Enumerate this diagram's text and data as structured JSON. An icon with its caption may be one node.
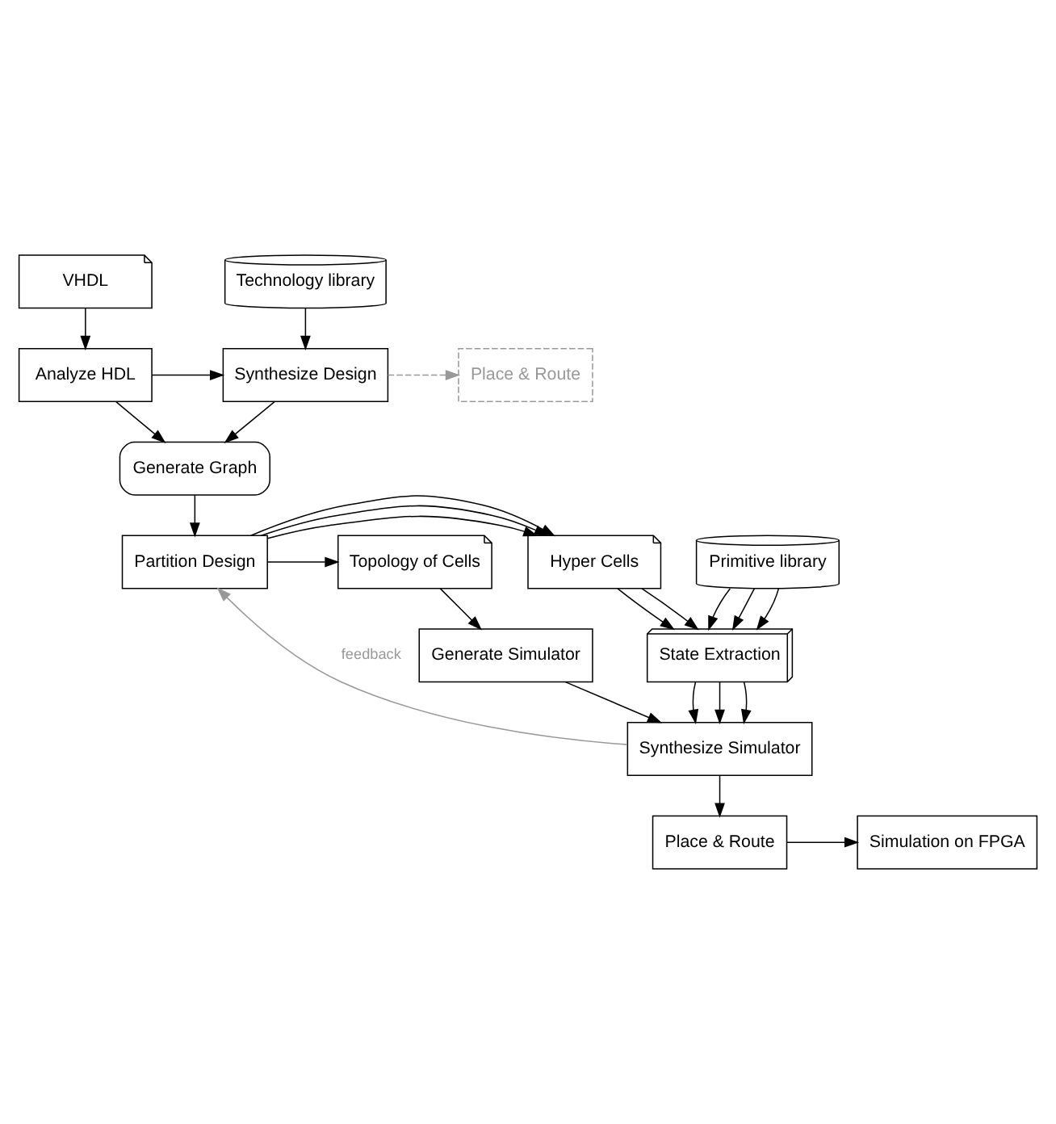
{
  "diagram": {
    "nodes": [
      {
        "text": [
          "VHDL"
        ]
      },
      {
        "text": [
          "Technology library"
        ]
      },
      {
        "text": [
          "Analyze HDL"
        ]
      },
      {
        "text": [
          "Synthesize Design"
        ]
      },
      {
        "text": [
          "Place & Route"
        ]
      },
      {
        "text": [
          "Generate Graph"
        ]
      },
      {
        "text": [
          "Primitive library"
        ]
      },
      {
        "text": [
          "Hyper Cells"
        ]
      },
      {
        "text": [
          "Partition Design"
        ]
      },
      {
        "text": [
          "Topology of Cells"
        ]
      },
      {
        "text": [
          "State Extraction"
        ]
      },
      {
        "text": [
          "Generate Simulator"
        ]
      },
      {
        "text": [
          "Synthesize Simulator"
        ]
      },
      {
        "text": [
          "Place & Route"
        ]
      },
      {
        "text": [
          "Simulation on FPGA"
        ]
      }
    ],
    "edges": [
      {
        "from": 0,
        "to": 2,
        "arrow": "to"
      },
      {
        "from": 1,
        "to": 3,
        "arrow": "to"
      },
      {
        "from": 2,
        "to": 3,
        "arrow": "to"
      },
      {
        "from": 3,
        "to": 4,
        "arrow": "to",
        "style": "dashed",
        "color": "#999999"
      },
      {
        "from": 2,
        "to": 5,
        "arrow": "to"
      },
      {
        "from": 3,
        "to": 5,
        "arrow": "to"
      },
      {
        "from": 5,
        "to": 8,
        "arrow": "to"
      },
      {
        "from": 8,
        "to": 7,
        "arrow": "to"
      },
      {
        "from": 8,
        "to": 7,
        "arrow": "to"
      },
      {
        "from": 8,
        "to": 7,
        "arrow": "to"
      },
      {
        "from": 8,
        "to": 9,
        "arrow": "to"
      },
      {
        "from": 6,
        "to": 10,
        "arrow": "to"
      },
      {
        "from": 6,
        "to": 10,
        "arrow": "to"
      },
      {
        "from": 6,
        "to": 10,
        "arrow": "to"
      },
      {
        "from": 7,
        "to": 10,
        "arrow": "to"
      },
      {
        "from": 7,
        "to": 10,
        "arrow": "to"
      },
      {
        "from": 9,
        "to": 11,
        "arrow": "to"
      },
      {
        "from": 10,
        "to": 12,
        "arrow": "to"
      },
      {
        "from": 10,
        "to": 12,
        "arrow": "to"
      },
      {
        "from": 10,
        "to": 12,
        "arrow": "to"
      },
      {
        "from": 11,
        "to": 12,
        "arrow": "to"
      },
      {
        "from": 12,
        "to": 8,
        "arrow": "to",
        "label": "feedback",
        "color": "#999999"
      },
      {
        "from": 12,
        "to": 13,
        "arrow": "to"
      },
      {
        "from": 13,
        "to": 14,
        "arrow": "to"
      }
    ]
  }
}
